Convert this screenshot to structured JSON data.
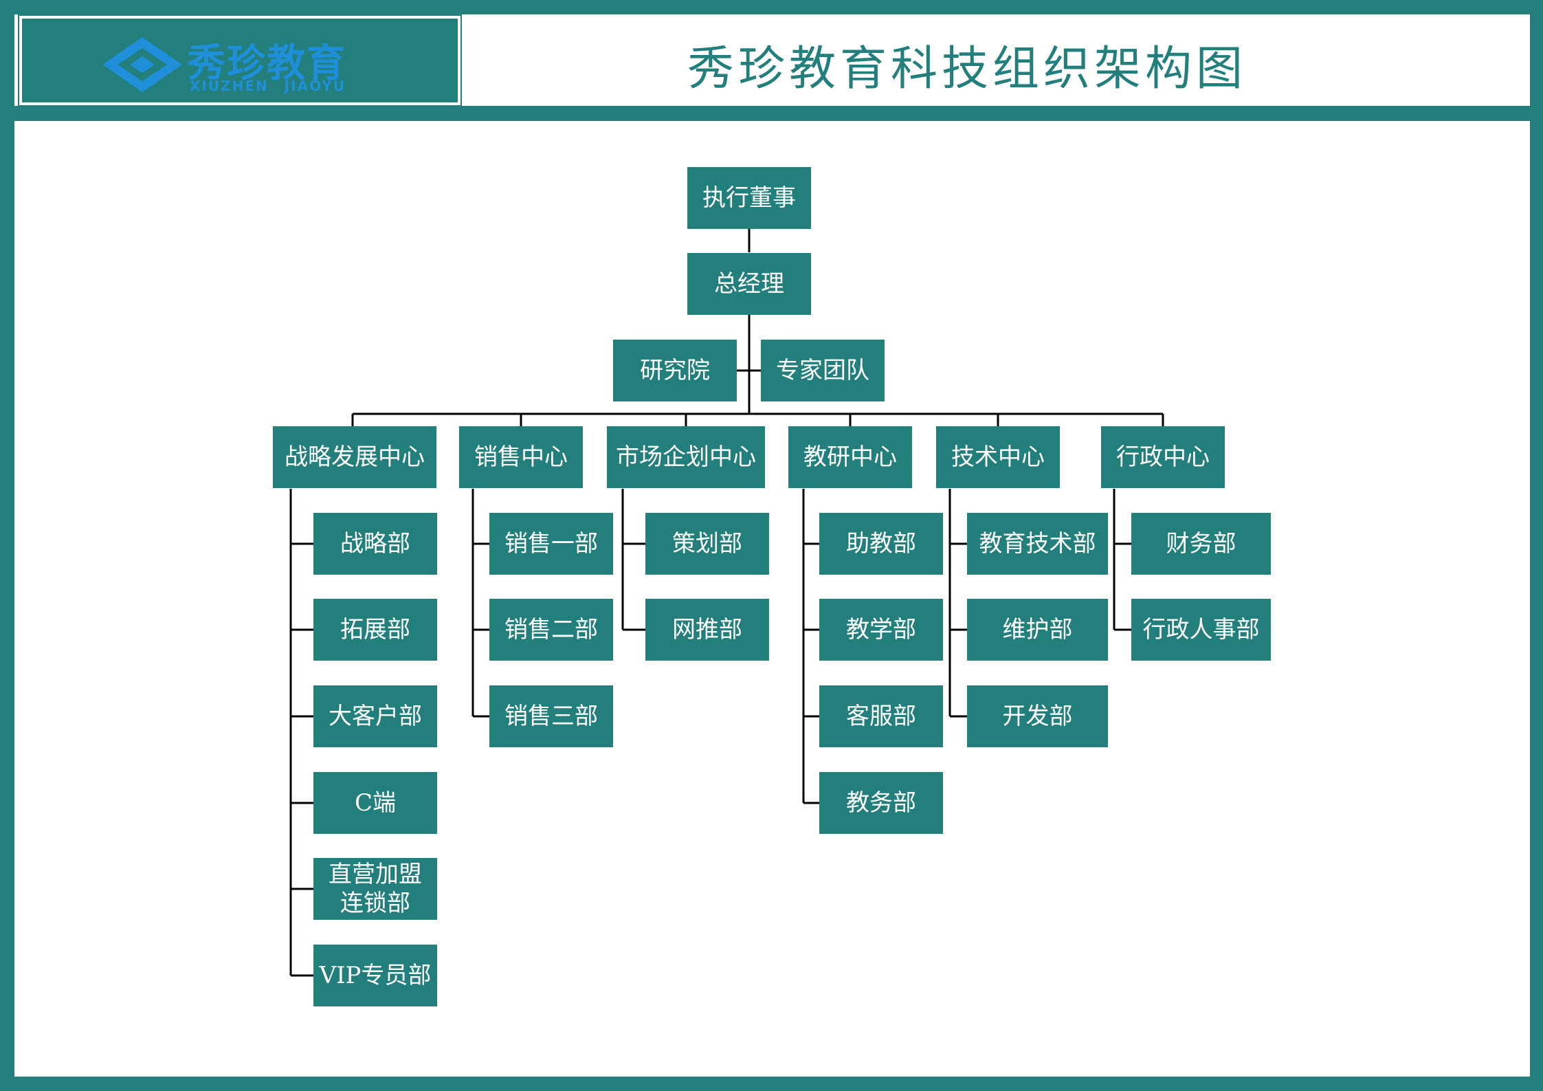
{
  "header": {
    "logo_cn": "秀珍教育",
    "logo_en": "XIUZHEN JIAOYU",
    "title": "秀珍教育科技组织架构图"
  },
  "colors": {
    "primary": "#237f7c",
    "logo": "#1e8fd8",
    "line": "#000000"
  },
  "org": {
    "executive": "执行董事",
    "gm": "总经理",
    "side_left": "研究院",
    "side_right": "专家团队",
    "centers": [
      {
        "name": "战略发展中心",
        "departments": [
          "战略部",
          "拓展部",
          "大客户部",
          "C端",
          "直营加盟连锁部",
          "VIP专员部"
        ]
      },
      {
        "name": "销售中心",
        "departments": [
          "销售一部",
          "销售二部",
          "销售三部"
        ]
      },
      {
        "name": "市场企划中心",
        "departments": [
          "策划部",
          "网推部"
        ]
      },
      {
        "name": "教研中心",
        "departments": [
          "助教部",
          "教学部",
          "客服部",
          "教务部"
        ]
      },
      {
        "name": "技术中心",
        "departments": [
          "教育技术部",
          "维护部",
          "开发部"
        ]
      },
      {
        "name": "行政中心",
        "departments": [
          "财务部",
          "行政人事部"
        ]
      }
    ]
  }
}
